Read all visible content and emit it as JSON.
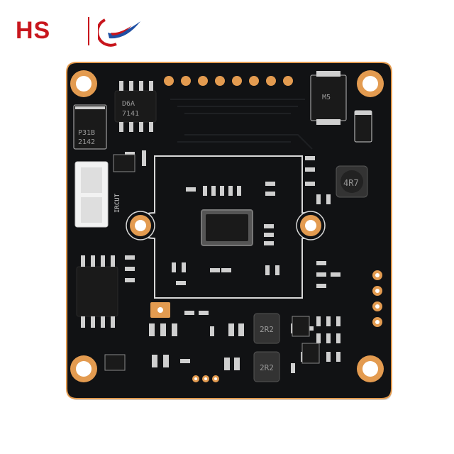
{
  "logo": {
    "text": "HS",
    "color": "#c8161d",
    "mark_colors": [
      "#c8161d",
      "#1f4fa3"
    ],
    "mark_icon": "swoosh-icon"
  },
  "board": {
    "pcb_color": "#111214",
    "pad_color": "#e39b50",
    "chips": {
      "top_left": [
        "D6A",
        "7141"
      ],
      "left_diode": [
        "P31B",
        "2142"
      ],
      "top_right_diode": [
        "M5"
      ],
      "inductor_right": "4R7",
      "inductor_mid_top": "2R2",
      "inductor_mid_bottom": "2R2",
      "connector_label": "IRCUT"
    }
  }
}
